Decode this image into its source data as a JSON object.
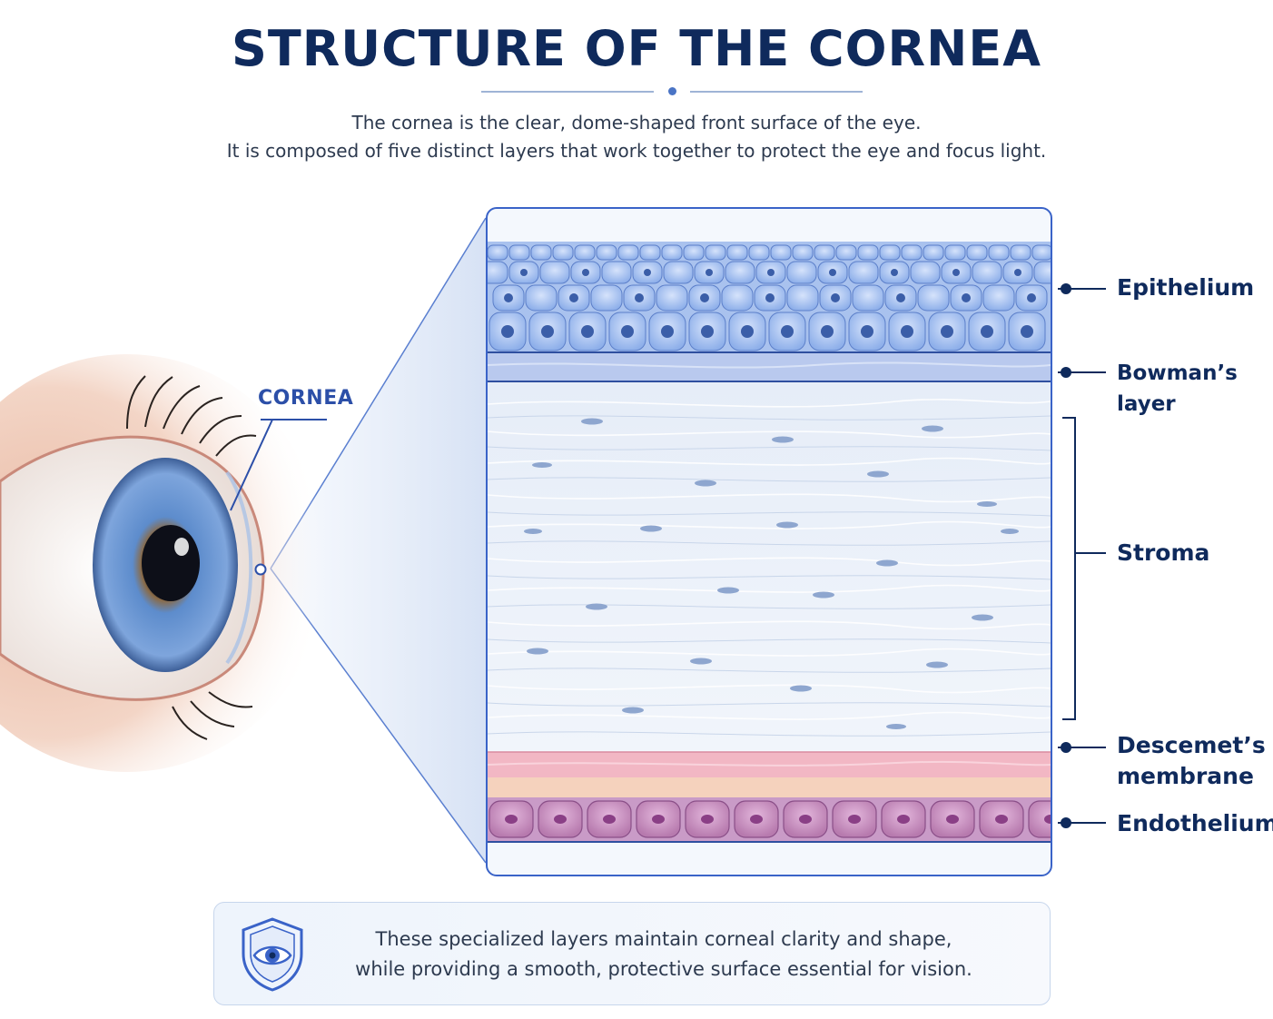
{
  "title": "STRUCTURE OF THE CORNEA",
  "intro": {
    "line1": "The cornea is the clear, dome-shaped front surface of the eye.",
    "line2": "It is composed of five distinct layers that work together to protect the eye and focus light."
  },
  "eye": {
    "cornea_label": "CORNEA"
  },
  "layers": {
    "epithelium": "Epithelium",
    "bowman": "Bowman’s layer",
    "stroma": "Stroma",
    "descemet_line1": "Descemet’s",
    "descemet_line2": "membrane",
    "endothelium": "Endothelium"
  },
  "note": {
    "line1": "These specialized layers maintain corneal clarity and shape,",
    "line2": "while providing a smooth, protective surface essential for vision.",
    "icon": "shield-eye-icon"
  },
  "colors": {
    "title": "#0f2a5c",
    "accent": "#3a63c8",
    "epithelium": "#9fbcf0",
    "bowman": "#b8c8ee",
    "stroma": "#eef3fa",
    "descemet": "#f2b8c6",
    "endothelium": "#c58ac0"
  }
}
